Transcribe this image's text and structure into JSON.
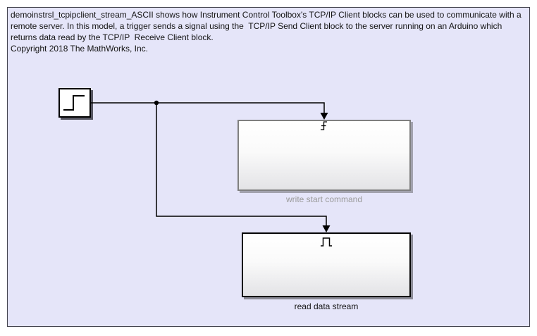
{
  "canvas": {
    "background_color": "#e5e5f9",
    "border_color": "#45454f"
  },
  "annotation": {
    "text": "demoinstrsl_tcpipclient_stream_ASCII shows how Instrument Control Toolbox's TCP/IP Client blocks can be used to communicate with a\nremote server. In this model, a trigger sends a signal using the  TCP/IP Send Client block to the server running on an Arduino which\nreturns data read by the TCP/IP  Receive Client block.\nCopyright 2018 The MathWorks, Inc."
  },
  "blocks": {
    "step_source": {
      "icon": "step-signal-icon",
      "fill": "#ffffff",
      "border_color": "#000000"
    },
    "write_start_command": {
      "label": "write start command",
      "label_color": "#9b9b9b",
      "border_color": "#7f7f7f",
      "port_icon": "trigger-edge-port-icon"
    },
    "read_data_stream": {
      "label": "read data stream",
      "label_color": "#161616",
      "border_color": "#050505",
      "port_icon": "trigger-pulse-port-icon"
    }
  },
  "wires": {
    "color": "#000000"
  }
}
